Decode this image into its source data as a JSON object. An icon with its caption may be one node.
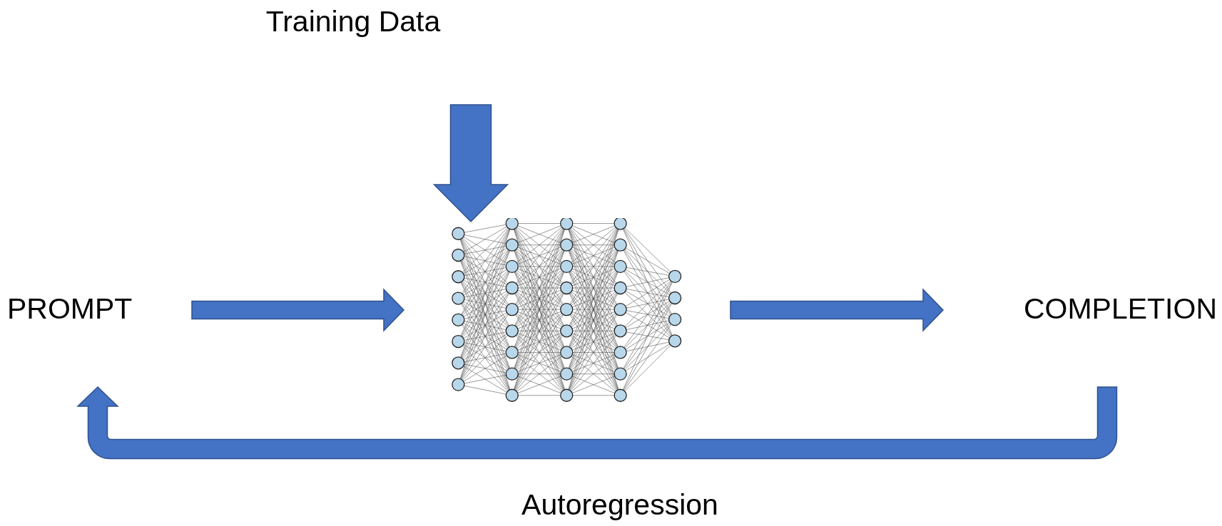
{
  "diagram": {
    "nodes": [
      {
        "text": [
          "Training Data"
        ]
      },
      {
        "text": [
          "PROMPT"
        ]
      },
      {
        "text": [],
        "shape": "picture"
      },
      {
        "text": [
          "COMPLETION"
        ]
      }
    ],
    "edges": [
      {
        "from": 0,
        "to": 2,
        "arrow": "to",
        "style": "thick"
      },
      {
        "from": 1,
        "to": 2,
        "arrow": "to",
        "style": "thick"
      },
      {
        "from": 2,
        "to": 3,
        "arrow": "to",
        "style": "thick"
      },
      {
        "from": 3,
        "to": 1,
        "arrow": "to",
        "style": "thick",
        "label": "Autoregression"
      }
    ]
  }
}
